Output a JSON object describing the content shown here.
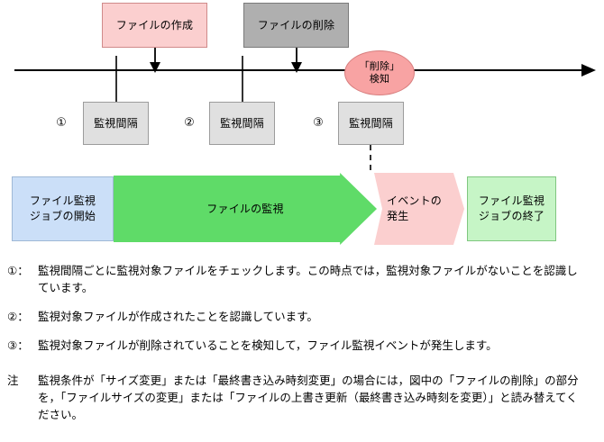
{
  "diagram": {
    "timeline": {
      "label": "time-axis",
      "direction": "left-to-right"
    },
    "events": [
      {
        "id": "create",
        "label": "ファイルの作成",
        "fill": "#FBCFCF",
        "stroke": "#D08A8A"
      },
      {
        "id": "delete",
        "label": "ファイルの削除",
        "fill": "#AFAFAF",
        "stroke": "#7A7A7A"
      }
    ],
    "detection": {
      "label": "「削除」\n検知",
      "fill": "#F8A3A3",
      "stroke": "#D87F7F"
    },
    "intervals": [
      {
        "marker": "①",
        "label": "監視間隔"
      },
      {
        "marker": "②",
        "label": "監視間隔"
      },
      {
        "marker": "③",
        "label": "監視間隔"
      }
    ],
    "flow": [
      {
        "id": "start",
        "label": "ファイル監視\nジョブの開始",
        "fill": "#CBDFF8",
        "stroke": "#9FB8D6",
        "shape": "rect"
      },
      {
        "id": "monitor",
        "label": "ファイルの監視",
        "fill": "#5FDB68",
        "stroke": "#5FDB68",
        "shape": "arrow"
      },
      {
        "id": "event",
        "label": "イベントの\n発生",
        "fill": "#FBCFCF",
        "stroke": "#E8A8A8",
        "shape": "chevron"
      },
      {
        "id": "end",
        "label": "ファイル監視\nジョブの終了",
        "fill": "#C6F5C6",
        "stroke": "#7FC77F",
        "shape": "rect"
      }
    ]
  },
  "notes": [
    {
      "marker": "①：",
      "text": "監視間隔ごとに監視対象ファイルをチェックします。この時点では，監視対象ファイルがないことを認識しています。"
    },
    {
      "marker": "②：",
      "text": "監視対象ファイルが作成されたことを認識しています。"
    },
    {
      "marker": "③：",
      "text": "監視対象ファイルが削除されていることを検知して，ファイル監視イベントが発生します。"
    },
    {
      "marker": "注",
      "text": "監視条件が「サイズ変更」または「最終書き込み時刻変更」の場合には，図中の「ファイルの削除」の部分を，「ファイルサイズの変更」または「ファイルの上書き更新（最終書き込み時刻を変更）」と読み替えてください。"
    }
  ]
}
